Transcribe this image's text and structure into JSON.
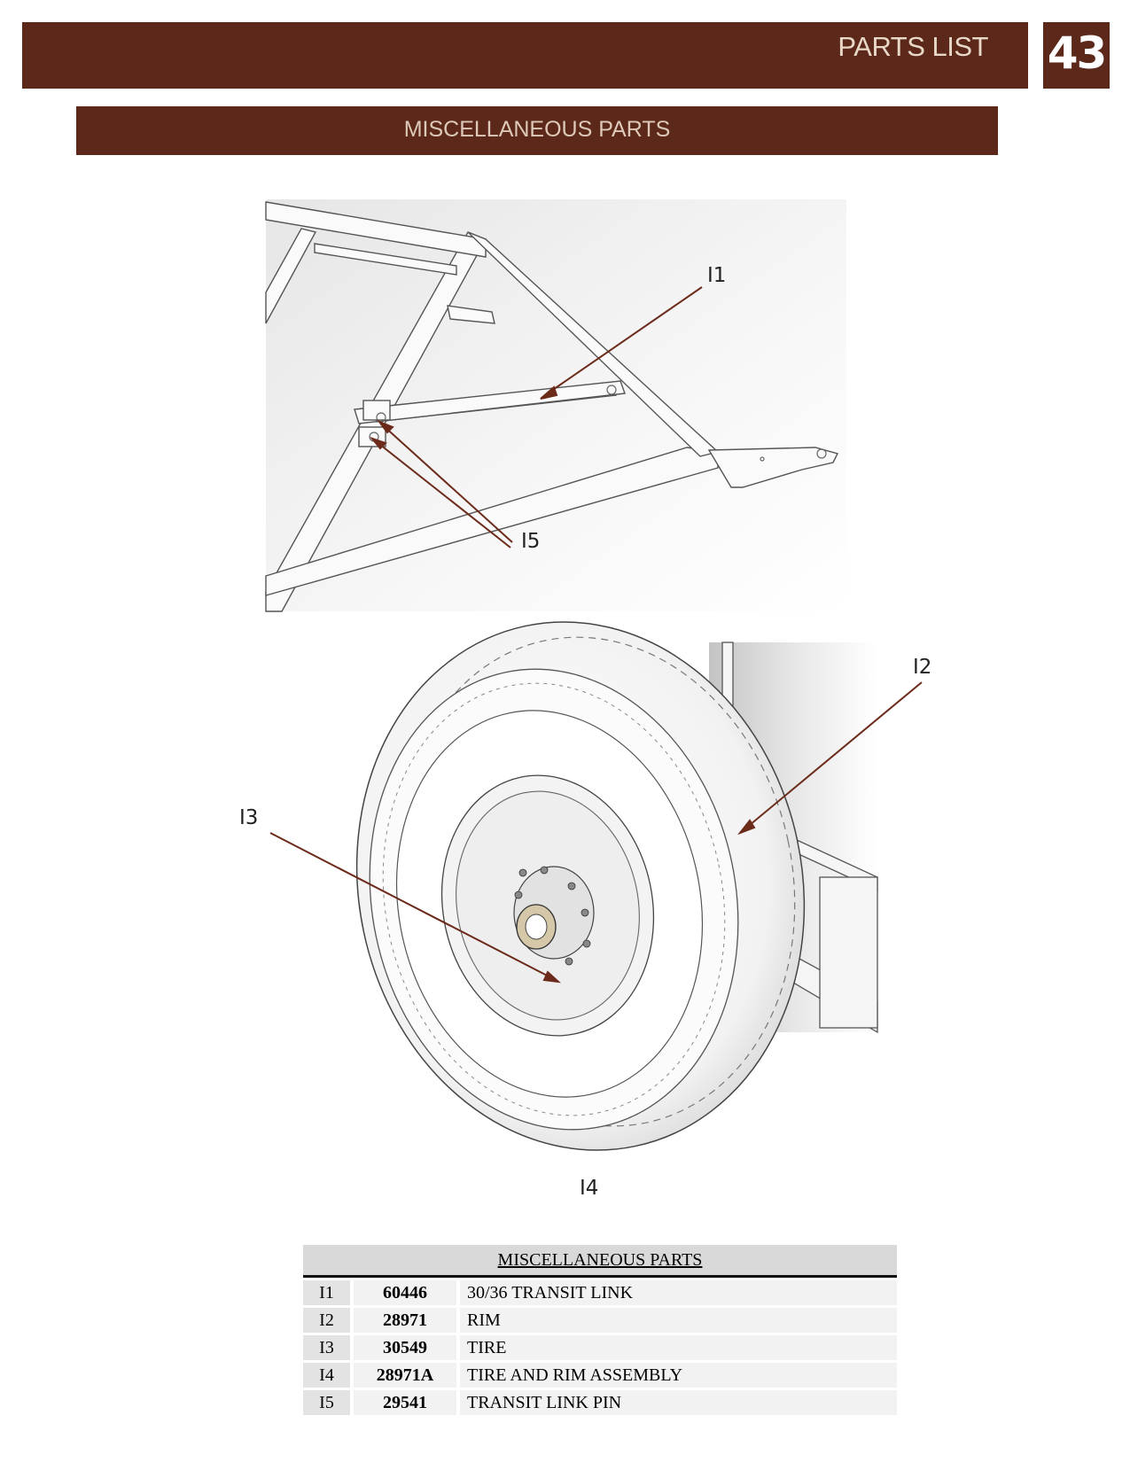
{
  "header": {
    "title": "PARTS LIST",
    "page_number": "43"
  },
  "section": {
    "title": "MISCELLANEOUS PARTS"
  },
  "figure_top": {
    "callouts": {
      "i1": "I1",
      "i5": "I5"
    }
  },
  "figure_bottom": {
    "callouts": {
      "i2": "I2",
      "i3": "I3",
      "i4": "I4"
    }
  },
  "table": {
    "title": "MISCELLANEOUS PARTS",
    "rows": [
      {
        "id": "I1",
        "part": "60446",
        "desc": "30/36 TRANSIT LINK"
      },
      {
        "id": "I2",
        "part": "28971",
        "desc": "RIM"
      },
      {
        "id": "I3",
        "part": "30549",
        "desc": "TIRE"
      },
      {
        "id": "I4",
        "part": "28971A",
        "desc": "TIRE AND RIM ASSEMBLY"
      },
      {
        "id": "I5",
        "part": "29541",
        "desc": "TRANSIT LINK PIN"
      }
    ]
  },
  "colors": {
    "brand": "#5c281a",
    "leader": "#6b2a1a"
  }
}
